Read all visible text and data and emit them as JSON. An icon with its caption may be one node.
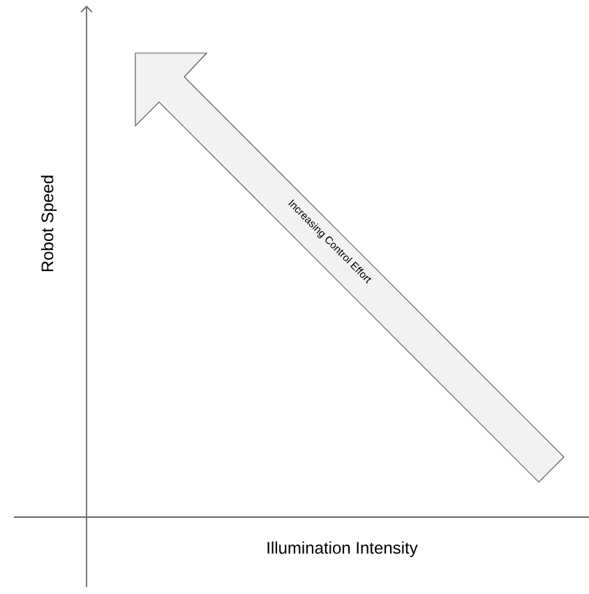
{
  "diagram": {
    "labels": [
      "Robot Speed",
      "Illumination Intensity",
      "Increasing Control Effort"
    ]
  }
}
